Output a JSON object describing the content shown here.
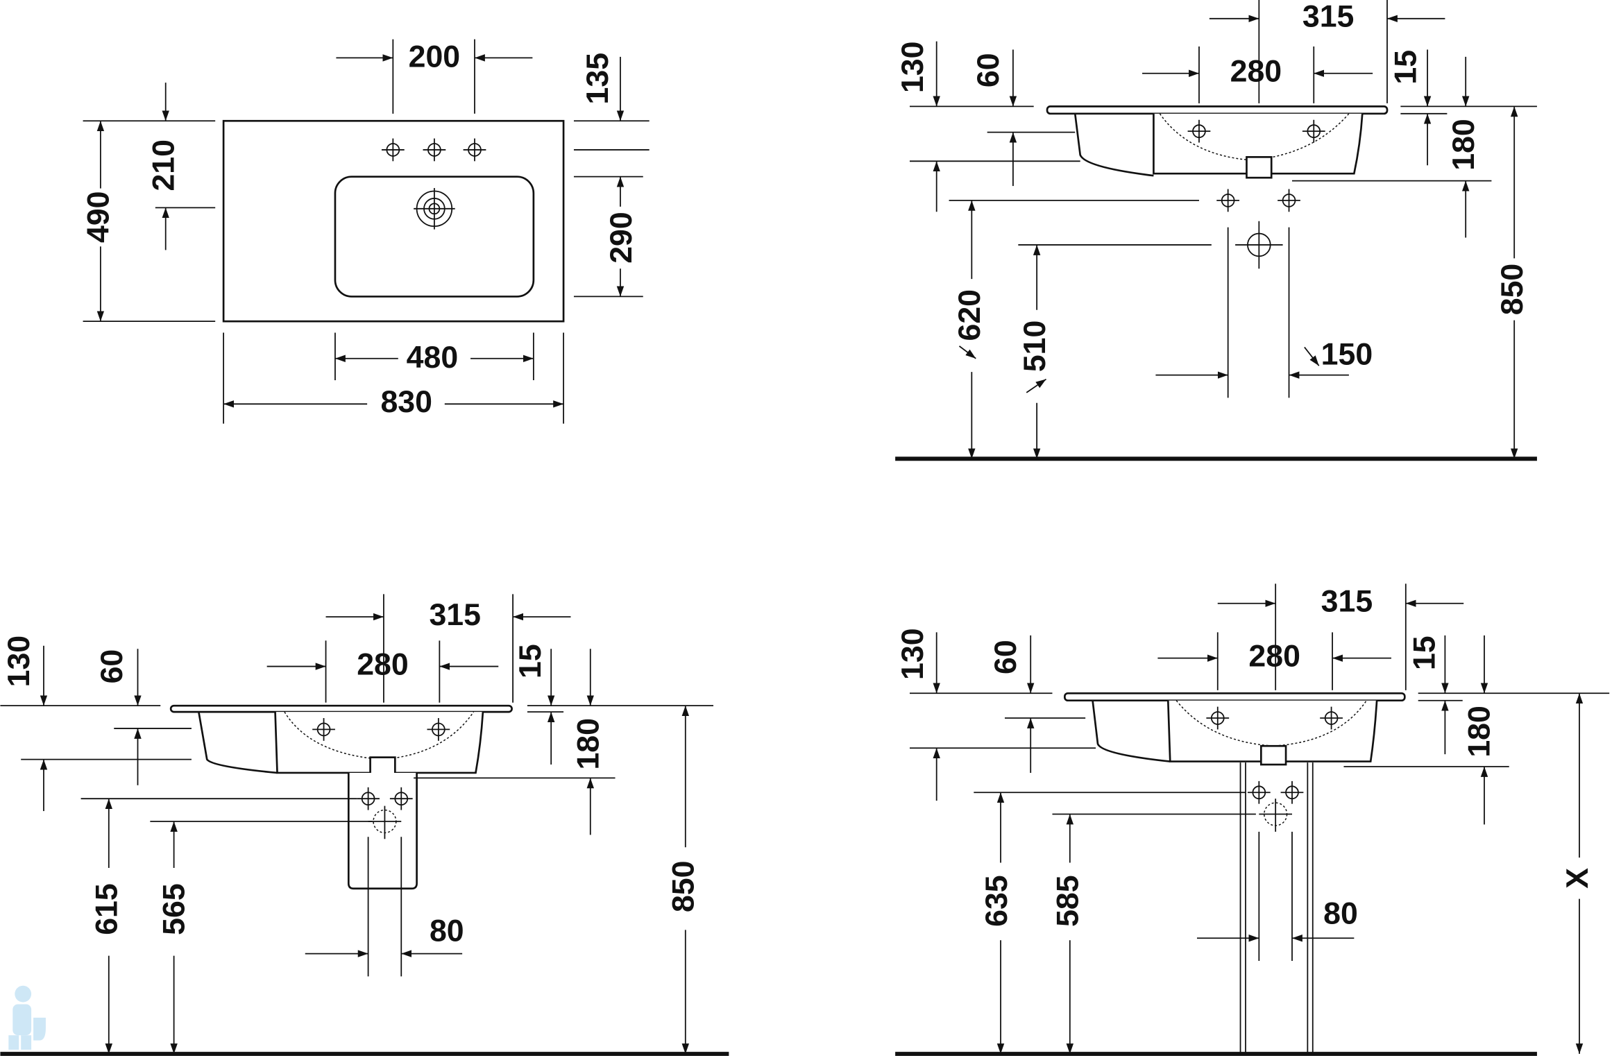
{
  "top_view": {
    "d200": "200",
    "d135": "135",
    "d210": "210",
    "d490": "490",
    "d290": "290",
    "d480": "480",
    "d830": "830"
  },
  "side_view_wall": {
    "d315": "315",
    "d280": "280",
    "d130": "130",
    "d60": "60",
    "d15": "15",
    "d180": "180",
    "d850": "850",
    "d620": "620",
    "d510": "510",
    "d150": "150"
  },
  "side_view_siphon_cover": {
    "d315": "315",
    "d280": "280",
    "d130": "130",
    "d60": "60",
    "d15": "15",
    "d180": "180",
    "d850": "850",
    "d615": "615",
    "d565": "565",
    "d80": "80"
  },
  "side_view_pedestal": {
    "d315": "315",
    "d280": "280",
    "d130": "130",
    "d60": "60",
    "d15": "15",
    "d180": "180",
    "dx": "X",
    "d635": "635",
    "d585": "585",
    "d80": "80"
  }
}
